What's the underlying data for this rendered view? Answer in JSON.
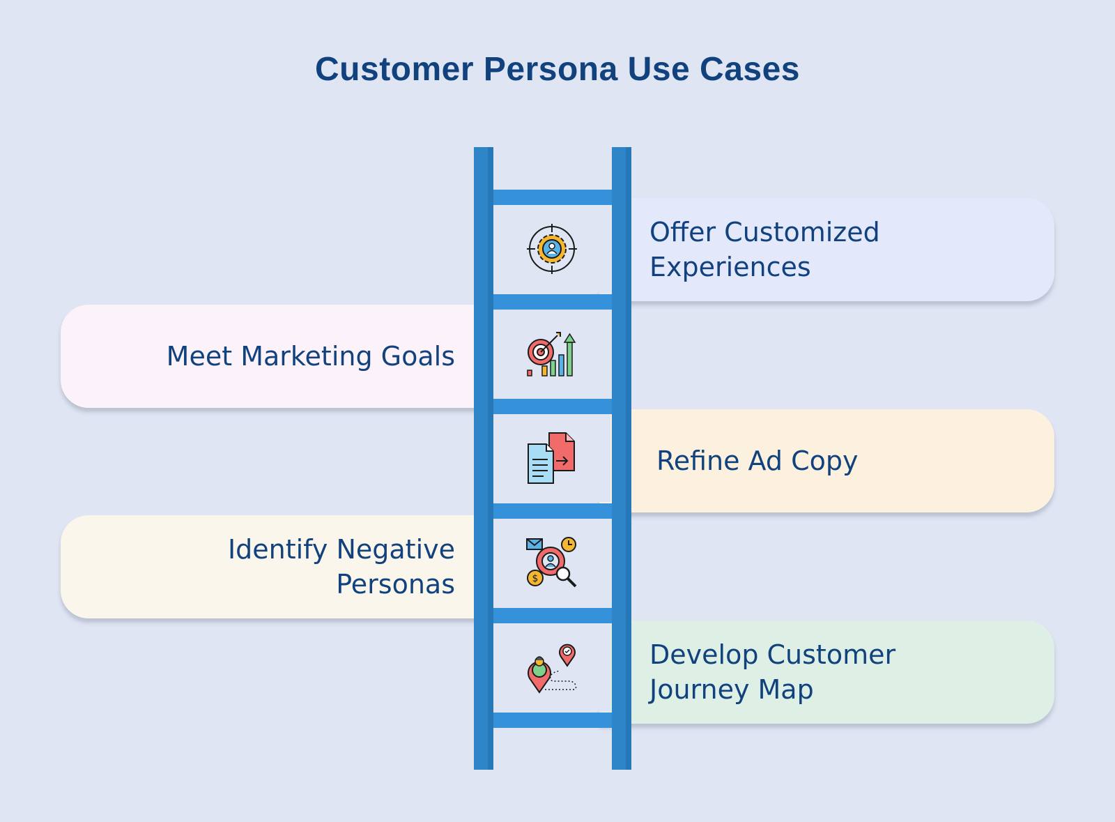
{
  "title": "Customer Persona Use Cases",
  "colors": {
    "background": "#dfe5f3",
    "title": "#12427d",
    "ladder": "#2e85c8"
  },
  "steps": [
    {
      "label": "Offer Customized\nExperiences",
      "side": "right",
      "color": "#e3e8fb",
      "icon": "target-gear-user-icon"
    },
    {
      "label": "Meet Marketing Goals",
      "side": "left",
      "color": "#fcf2fa",
      "icon": "target-growth-chart-icon"
    },
    {
      "label": "Refine Ad Copy",
      "side": "right",
      "color": "#fcf1df",
      "icon": "documents-transfer-icon"
    },
    {
      "label": "Identify Negative\nPersonas",
      "side": "left",
      "color": "#faf6ec",
      "icon": "persona-search-icon"
    },
    {
      "label": "Develop Customer\nJourney Map",
      "side": "right",
      "color": "#deefe6",
      "icon": "journey-map-icon"
    }
  ]
}
